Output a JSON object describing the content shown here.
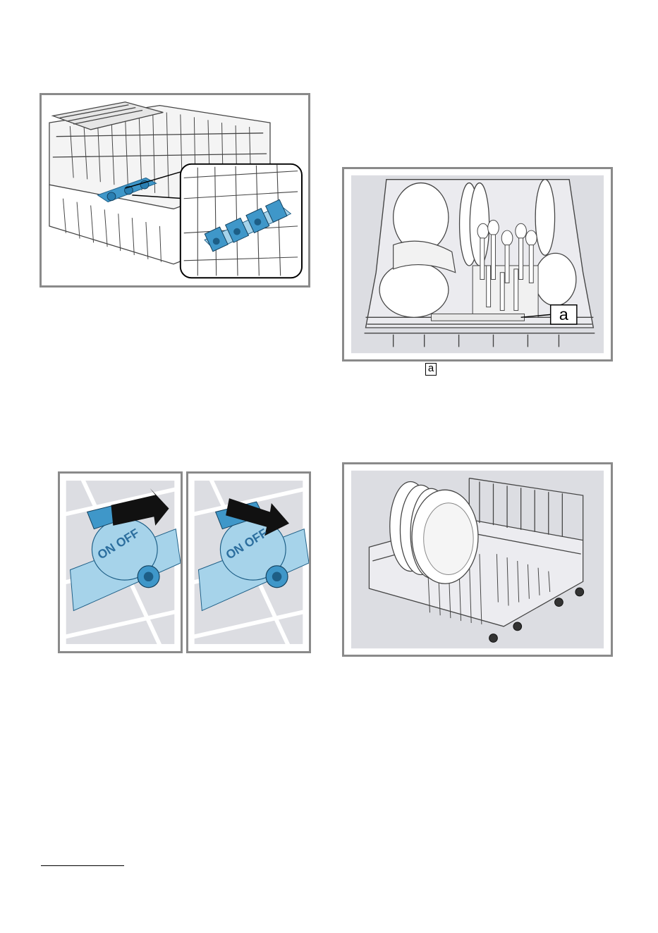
{
  "figures": {
    "upper_basket_sprayers": {
      "icon": "upper-basket-with-blue-sprayer-rail-illustration"
    },
    "cutlery_loading": {
      "icon": "basket-with-plates-bowls-cutlery-illustration",
      "callout_label": "a"
    },
    "valve_on": {
      "icon": "valve-switch-on-illustration",
      "switch_text": "ON OFF"
    },
    "valve_off": {
      "icon": "valve-switch-off-illustration",
      "switch_text": "ON OFF"
    },
    "lower_basket_plates": {
      "icon": "lower-basket-with-plates-illustration"
    }
  },
  "caption_reference": "a",
  "colors": {
    "frame": "#8a8a8a",
    "panel": "#dcdde2",
    "sprayer_blue": "#3f97c9",
    "sprayer_light_blue": "#a6d3ea",
    "wire": "#444444"
  }
}
